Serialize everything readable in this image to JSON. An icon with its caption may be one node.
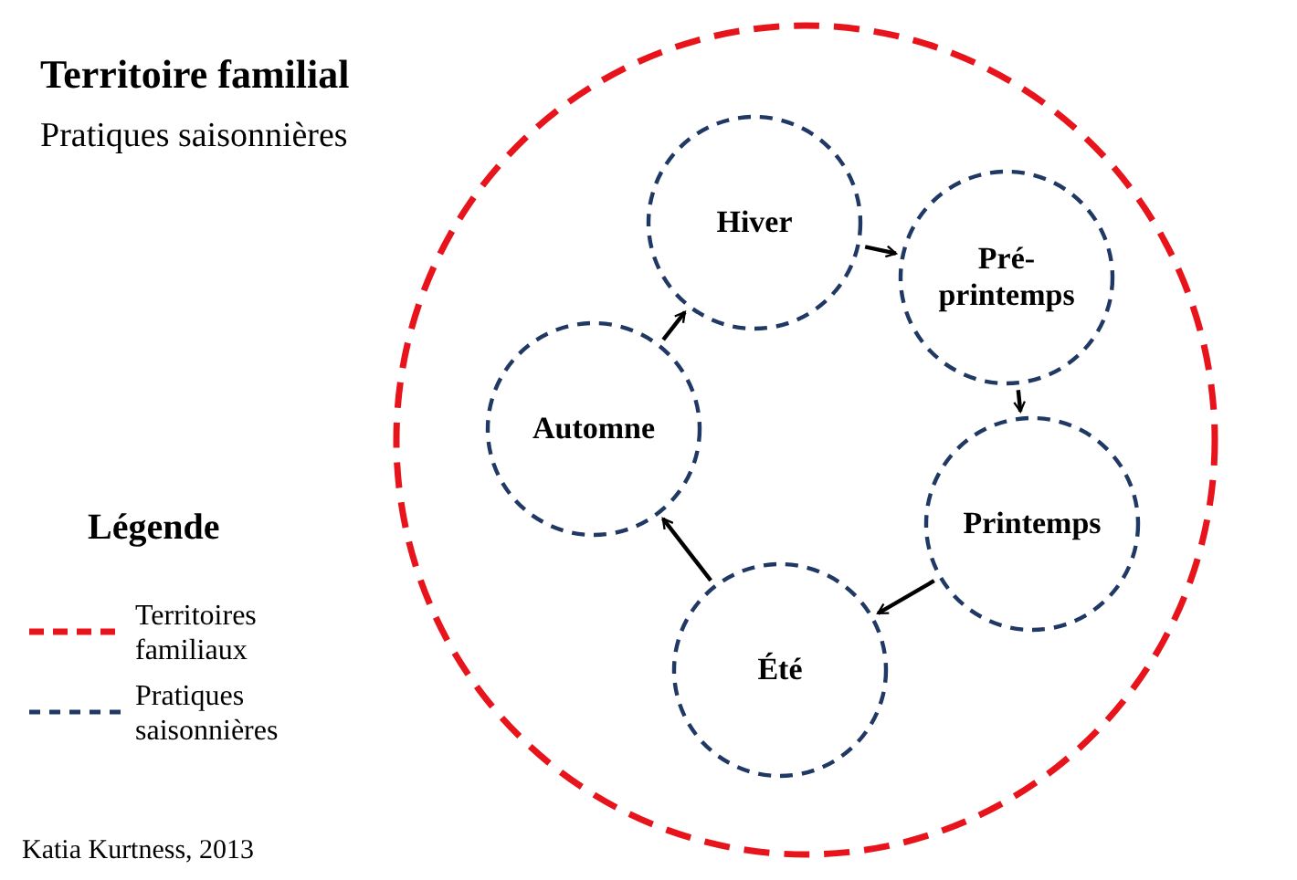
{
  "diagram": {
    "title": "Territoire familial",
    "nodes": [
      {
        "text": [],
        "shape": "circle"
      },
      {
        "text": [
          "Hiver"
        ],
        "in": 0
      },
      {
        "text": [
          "Pré-printemps"
        ],
        "in": 0
      },
      {
        "text": [
          "Automne"
        ],
        "in": 0
      },
      {
        "text": [
          "Printemps"
        ],
        "in": 0
      },
      {
        "text": [
          "Été"
        ],
        "in": 0
      }
    ],
    "edges": [
      {
        "from": 1,
        "to": 2,
        "arrow": "to"
      },
      {
        "from": 2,
        "to": 4,
        "arrow": "to"
      },
      {
        "from": 4,
        "to": 5,
        "arrow": "to"
      },
      {
        "from": 5,
        "to": 3,
        "arrow": "to"
      },
      {
        "from": 3,
        "to": 1,
        "arrow": "to"
      }
    ],
    "labels": [
      "Pratiques saisonnières",
      "Légende",
      "Katia Kurtness, 2013"
    ],
    "legend": [
      {
        "text": "Territoires familiaux"
      },
      {
        "text": "Pratiques saisonnières"
      }
    ]
  }
}
